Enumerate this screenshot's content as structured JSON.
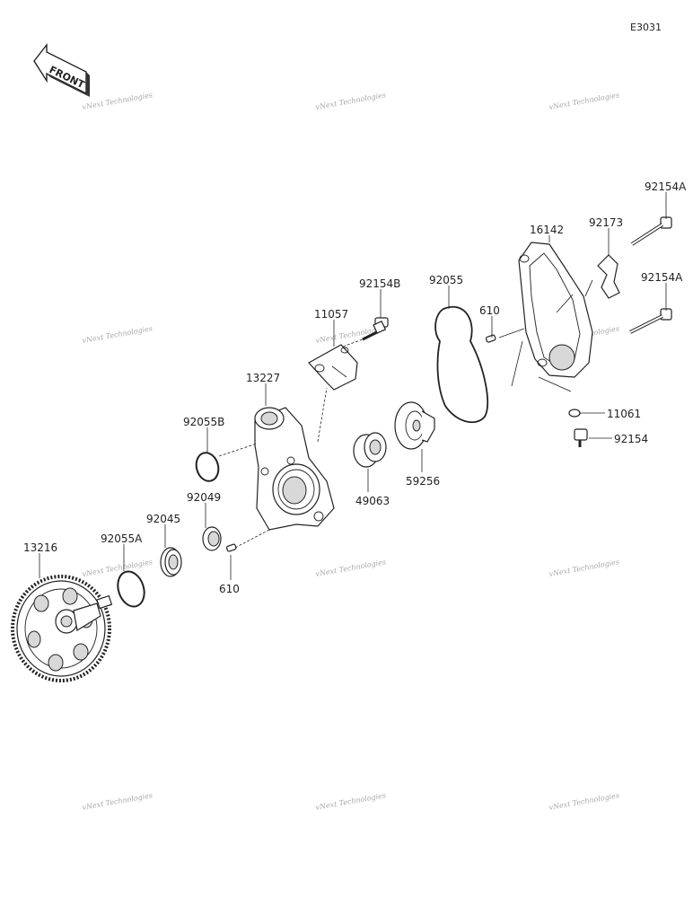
{
  "diagram_code": "E3031",
  "front_label": "FRONT",
  "watermark": "vNext Technologies",
  "parts": {
    "p92154A_top": "92154A",
    "p92154A_mid": "92154A",
    "p16142": "16142",
    "p92173": "92173",
    "p92055": "92055",
    "p610_top": "610",
    "p92154B": "92154B",
    "p11057": "11057",
    "p13227": "13227",
    "p92055B": "92055B",
    "p92049": "92049",
    "p92045": "92045",
    "p92055A": "92055A",
    "p13216": "13216",
    "p610_bottom": "610",
    "p49063": "49063",
    "p59256": "59256",
    "p11061": "11061",
    "p92154": "92154"
  }
}
